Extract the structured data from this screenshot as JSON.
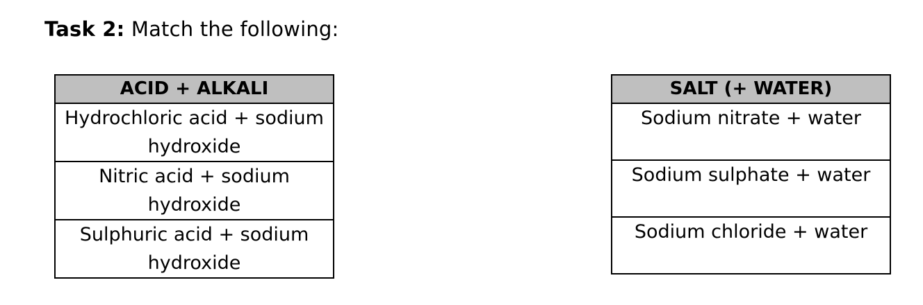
{
  "task": {
    "label": "Task 2:",
    "instruction": " Match the following:"
  },
  "left_table": {
    "header": "ACID + ALKALI",
    "rows": [
      "Hydrochloric acid + sodium hydroxide",
      "Nitric acid + sodium hydroxide",
      "Sulphuric acid + sodium hydroxide"
    ]
  },
  "right_table": {
    "header": "SALT (+ WATER)",
    "rows": [
      "Sodium nitrate + water",
      "Sodium sulphate + water",
      "Sodium chloride + water"
    ]
  },
  "colors": {
    "header_fill": "#bfbfbf",
    "border": "#000000"
  }
}
